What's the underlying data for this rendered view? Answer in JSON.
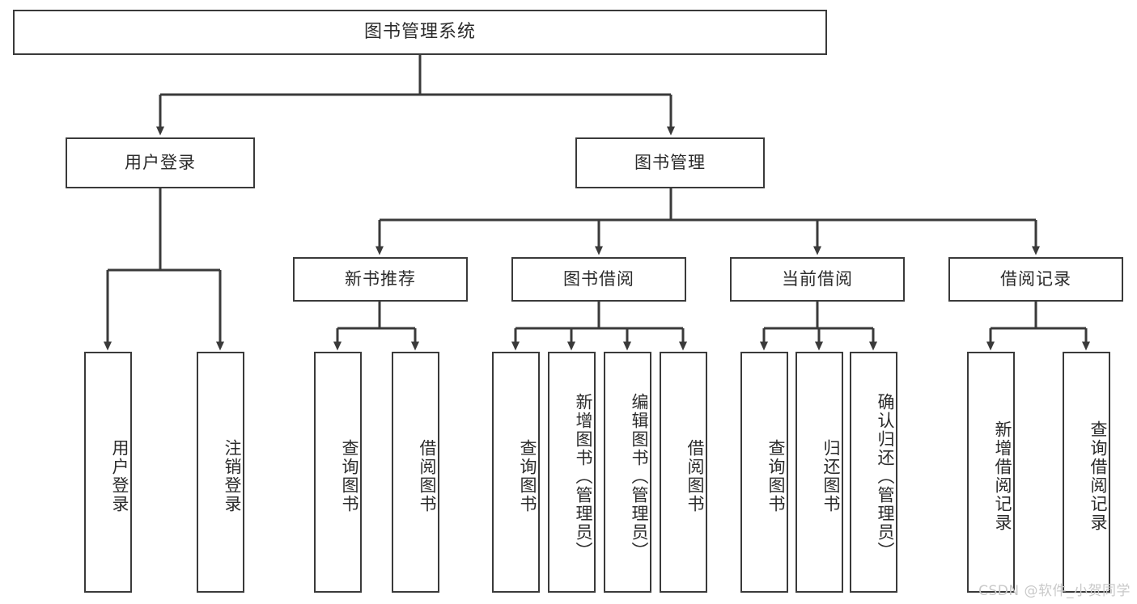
{
  "diagram": {
    "title": "图书管理系统",
    "type": "功能结构图",
    "root": {
      "label": "图书管理系统"
    },
    "level2": [
      {
        "label": "用户登录"
      },
      {
        "label": "图书管理"
      }
    ],
    "level3": [
      {
        "label": "新书推荐"
      },
      {
        "label": "图书借阅"
      },
      {
        "label": "当前借阅"
      },
      {
        "label": "借阅记录"
      }
    ],
    "leaves": [
      {
        "label": "用户登录",
        "parent": "用户登录"
      },
      {
        "label": "注销登录",
        "parent": "用户登录"
      },
      {
        "label": "查询图书",
        "parent": "新书推荐"
      },
      {
        "label": "借阅图书",
        "parent": "新书推荐"
      },
      {
        "label": "查询图书",
        "parent": "图书借阅"
      },
      {
        "label": "新增图书（管理员）",
        "parent": "图书借阅"
      },
      {
        "label": "编辑图书（管理员）",
        "parent": "图书借阅"
      },
      {
        "label": "借阅图书",
        "parent": "图书借阅"
      },
      {
        "label": "查询图书",
        "parent": "当前借阅"
      },
      {
        "label": "归还图书",
        "parent": "当前借阅"
      },
      {
        "label": "确认归还（管理员）",
        "parent": "当前借阅"
      },
      {
        "label": "新增借阅记录",
        "parent": "借阅记录"
      },
      {
        "label": "查询借阅记录",
        "parent": "借阅记录"
      }
    ]
  },
  "watermark": {
    "text": "CSDN @软件_小贺同学"
  },
  "colors": {
    "stroke": "#3a3a3a",
    "background": "#ffffff",
    "text": "#2b2b2b",
    "watermark": "#c9c9c9"
  }
}
